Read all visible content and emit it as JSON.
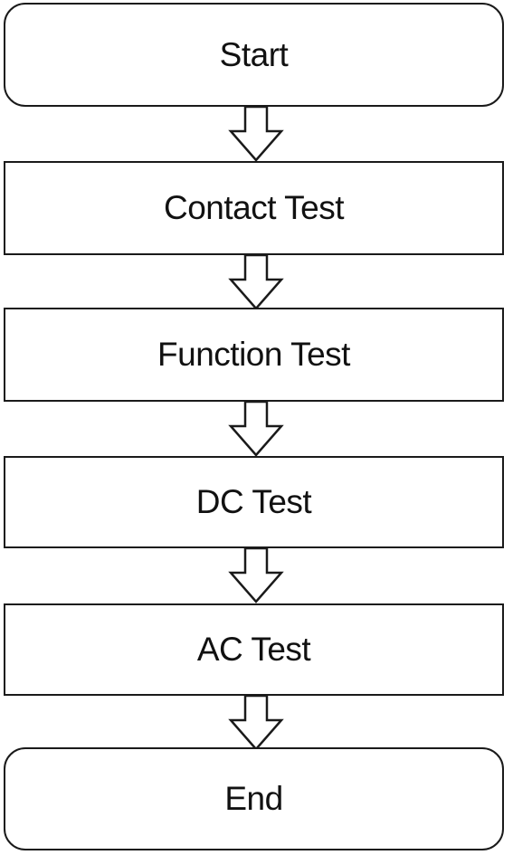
{
  "flowchart": {
    "steps": [
      {
        "label": "Start",
        "kind": "terminal"
      },
      {
        "label": "Contact Test",
        "kind": "process"
      },
      {
        "label": "Function Test",
        "kind": "process"
      },
      {
        "label": "DC Test",
        "kind": "process"
      },
      {
        "label": "AC Test",
        "kind": "process"
      },
      {
        "label": "End",
        "kind": "terminal"
      }
    ],
    "connectors": [
      {
        "from": "Start",
        "to": "Contact Test",
        "style": "hollow-arrow"
      },
      {
        "from": "Contact Test",
        "to": "Function Test",
        "style": "hollow-arrow"
      },
      {
        "from": "Function Test",
        "to": "DC Test",
        "style": "hollow-arrow"
      },
      {
        "from": "DC Test",
        "to": "AC Test",
        "style": "hollow-arrow"
      },
      {
        "from": "AC Test",
        "to": "End",
        "style": "hollow-arrow"
      }
    ],
    "colors": {
      "stroke": "#1a1a1a",
      "fill": "#ffffff",
      "text": "#111111"
    }
  }
}
